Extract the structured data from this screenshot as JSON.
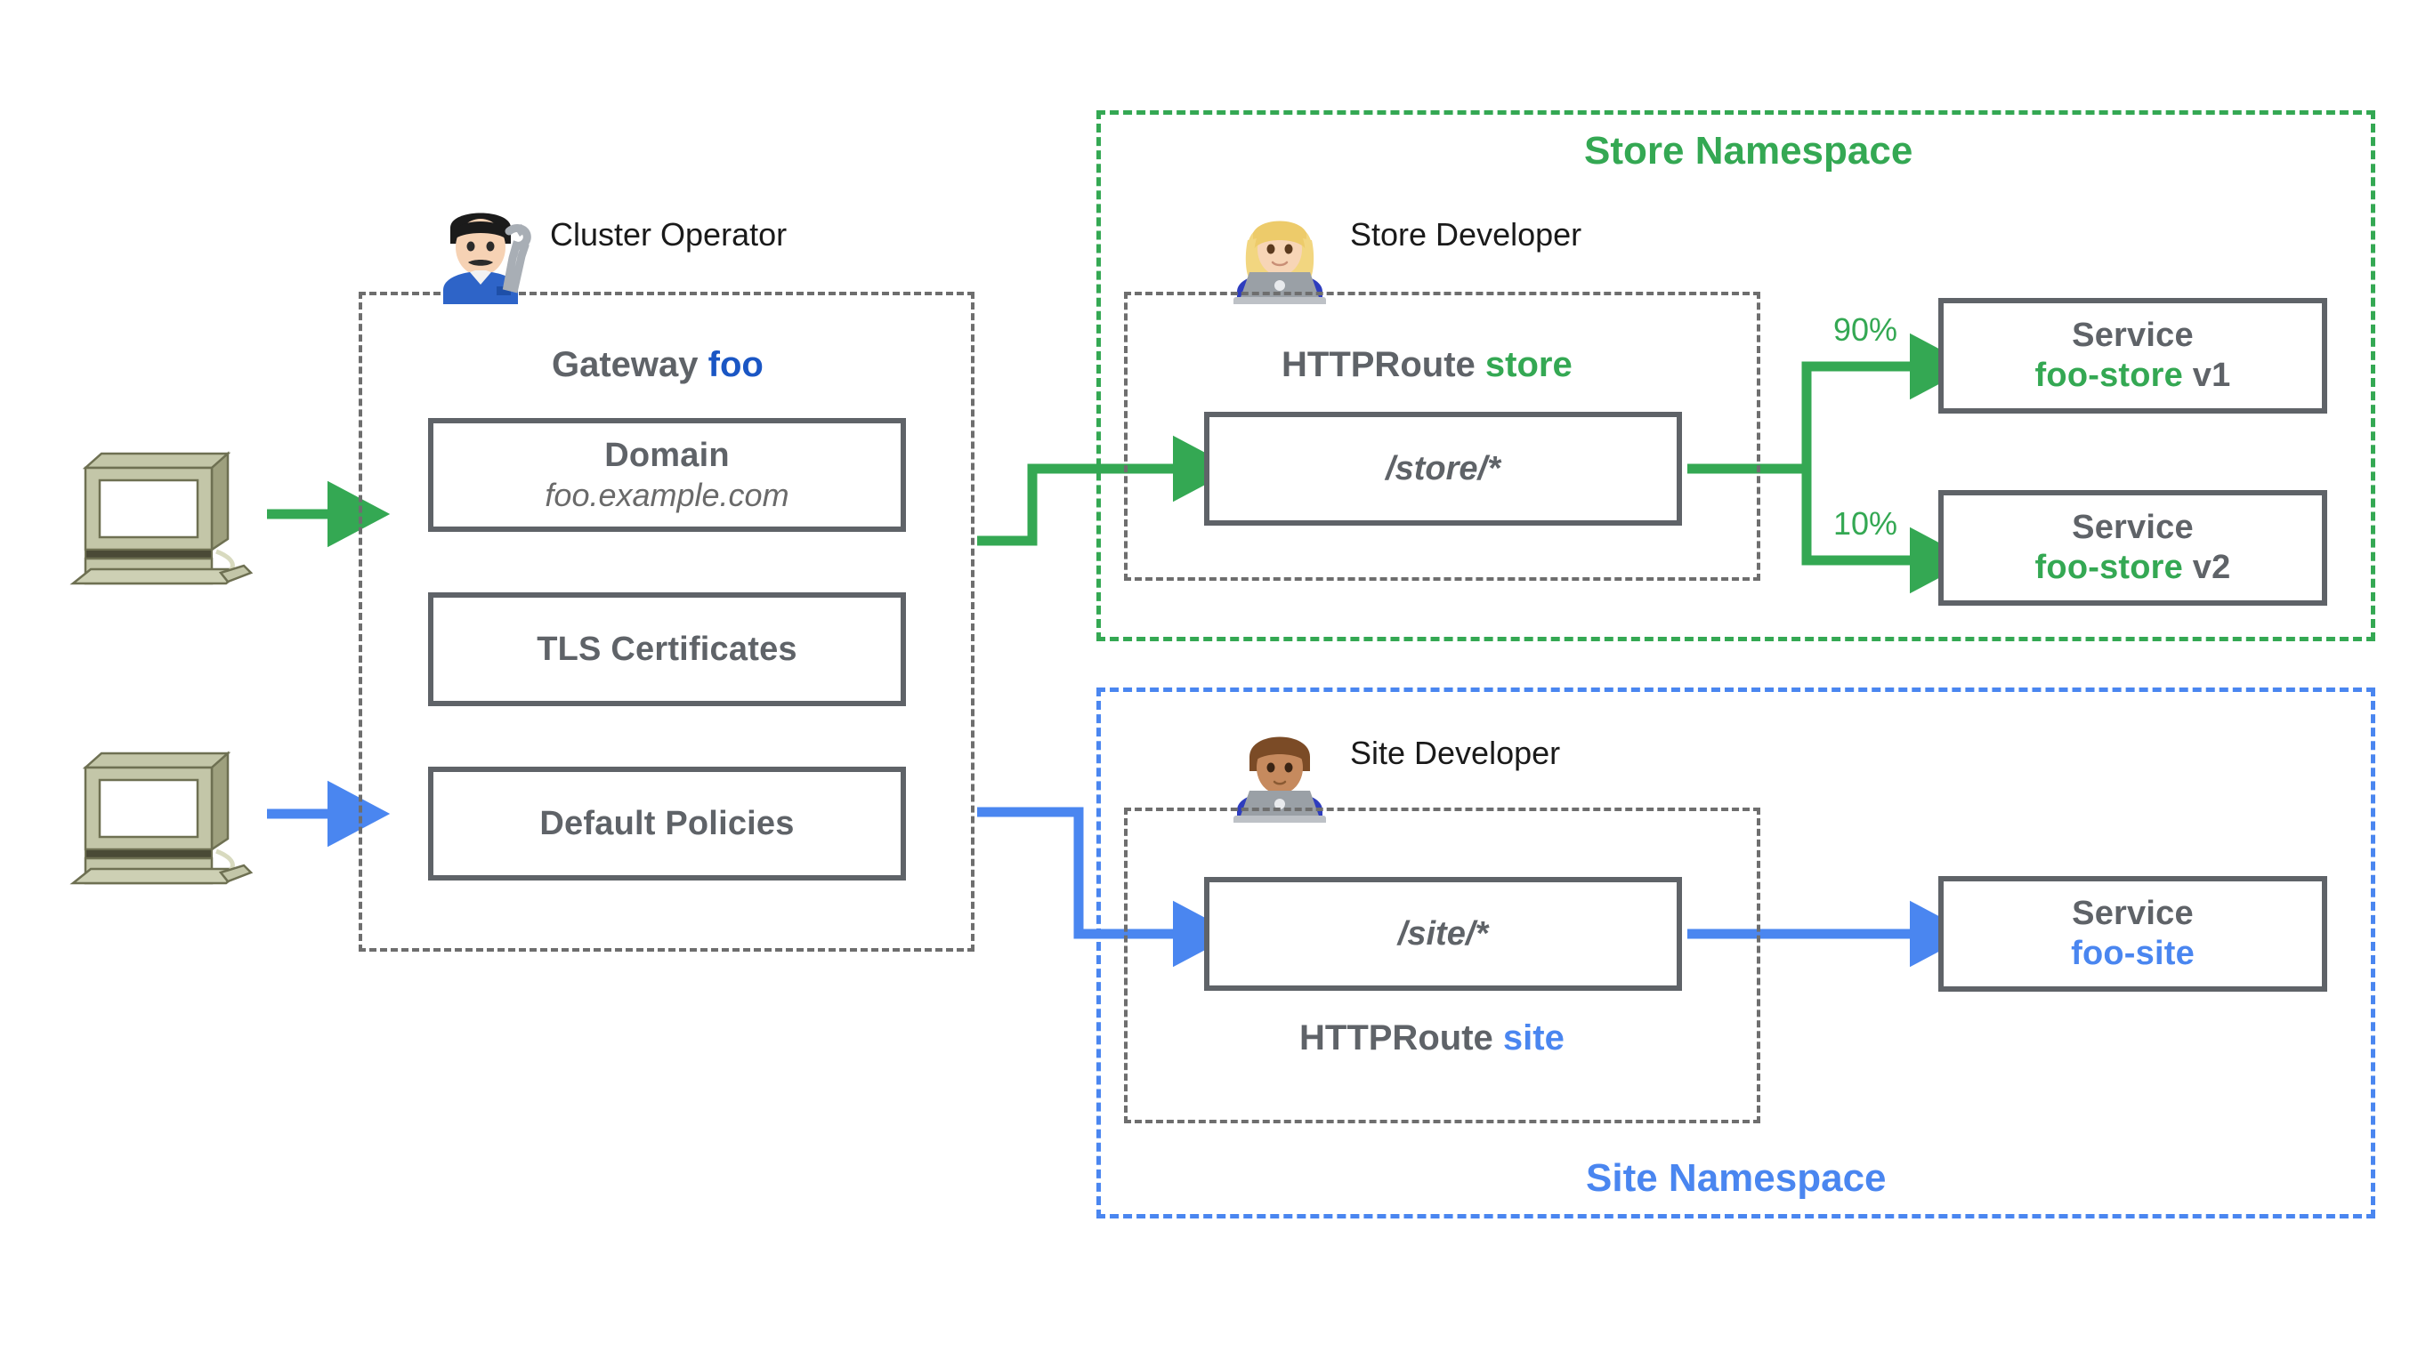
{
  "diagram": {
    "title": "Kubernetes Gateway API routing diagram",
    "colors": {
      "green": "#34A853",
      "blue": "#4A86F0",
      "blue_dark": "#1A56C4",
      "gray": "#5F6368",
      "dash_gray": "#6E6E6E"
    }
  },
  "clients": [
    {
      "name": "client-computer-top",
      "icon": "desktop-computer-icon",
      "arrow_color": "#34A853"
    },
    {
      "name": "client-computer-bottom",
      "icon": "desktop-computer-icon",
      "arrow_color": "#4A86F0"
    }
  ],
  "gateway": {
    "persona": {
      "label": "Cluster Operator",
      "icon": "mechanic-person-icon"
    },
    "title_prefix": "Gateway",
    "title_name": "foo",
    "items": [
      {
        "label": "Domain",
        "value": "foo.example.com",
        "name": "domain"
      },
      {
        "label": "TLS Certificates",
        "value": "",
        "name": "tls-certificates"
      },
      {
        "label": "Default Policies",
        "value": "",
        "name": "default-policies"
      }
    ]
  },
  "store_namespace": {
    "title": "Store Namespace",
    "persona": {
      "label": "Store Developer",
      "icon": "woman-with-laptop-icon"
    },
    "route": {
      "title_prefix": "HTTPRoute",
      "title_name": "store",
      "title_position": "above",
      "path": "/store/*"
    },
    "backends": [
      {
        "weight": "90%",
        "kind": "Service",
        "name": "foo-store",
        "version": "v1"
      },
      {
        "weight": "10%",
        "kind": "Service",
        "name": "foo-store",
        "version": "v2"
      }
    ]
  },
  "site_namespace": {
    "title": "Site Namespace",
    "persona": {
      "label": "Site Developer",
      "icon": "man-with-laptop-icon"
    },
    "route": {
      "title_prefix": "HTTPRoute",
      "title_name": "site",
      "title_position": "below",
      "path": "/site/*"
    },
    "backends": [
      {
        "weight": "",
        "kind": "Service",
        "name": "foo-site",
        "version": ""
      }
    ]
  }
}
